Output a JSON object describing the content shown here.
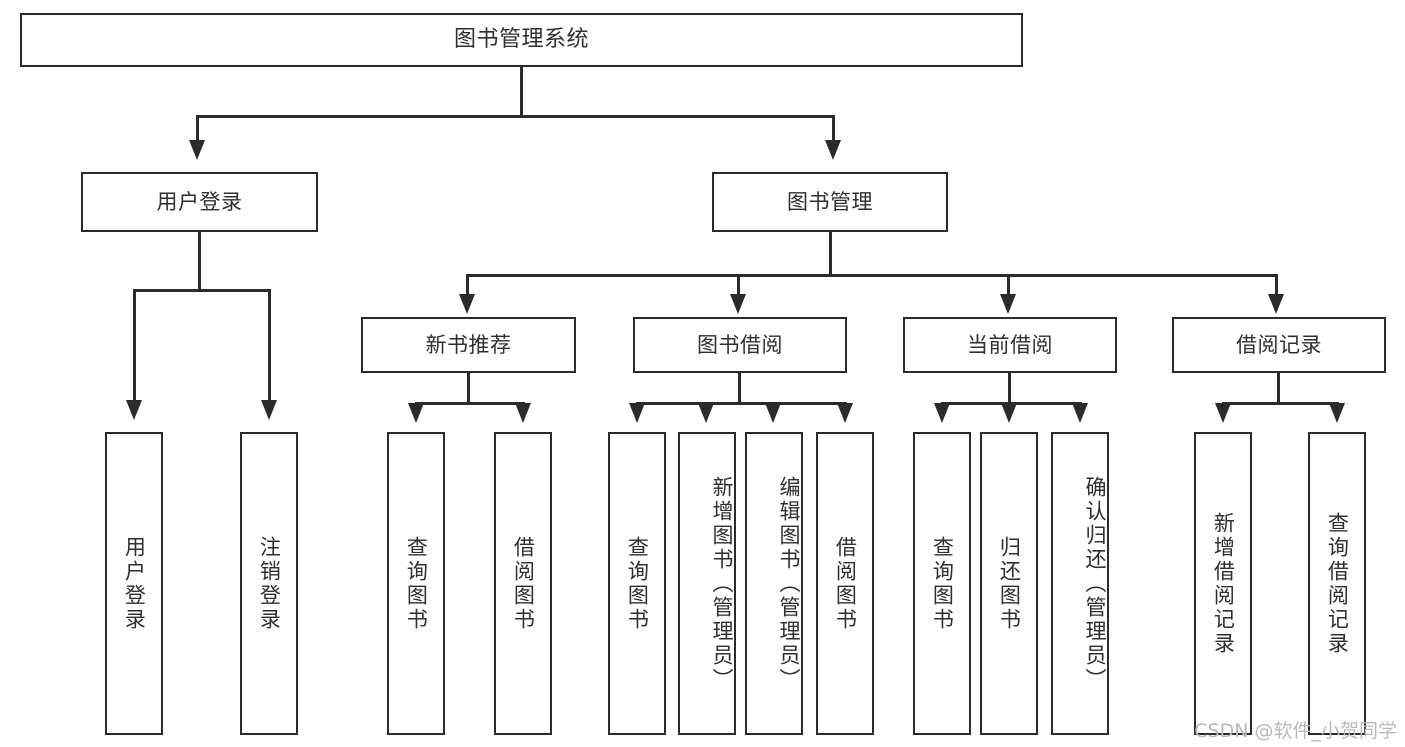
{
  "diagram": {
    "title": "图书管理系统",
    "type": "tree",
    "watermark": "CSDN @软件_小贺同学",
    "colors": {
      "background": "#ffffff",
      "box_border": "#2b2b2b",
      "box_fill": "#ffffff",
      "text": "#2f2f2f",
      "connector": "#2b2b2b",
      "watermark": "#b9b9b9"
    },
    "root": {
      "label": "图书管理系统",
      "orientation": "horizontal"
    },
    "level2": [
      {
        "label": "用户登录",
        "orientation": "horizontal"
      },
      {
        "label": "图书管理",
        "orientation": "horizontal"
      }
    ],
    "level3": [
      {
        "label": "新书推荐",
        "orientation": "horizontal"
      },
      {
        "label": "图书借阅",
        "orientation": "horizontal"
      },
      {
        "label": "当前借阅",
        "orientation": "horizontal"
      },
      {
        "label": "借阅记录",
        "orientation": "horizontal"
      }
    ],
    "leaves": {
      "user_login": [
        {
          "label": "用户登录",
          "orientation": "vertical"
        },
        {
          "label": "注销登录",
          "orientation": "vertical"
        }
      ],
      "new_book_recommend": [
        {
          "label": "查询图书",
          "orientation": "vertical"
        },
        {
          "label": "借阅图书",
          "orientation": "vertical"
        }
      ],
      "book_borrow": [
        {
          "label": "查询图书",
          "orientation": "vertical"
        },
        {
          "label": "新增图书（管理员）",
          "orientation": "vertical"
        },
        {
          "label": "编辑图书（管理员）",
          "orientation": "vertical"
        },
        {
          "label": "借阅图书",
          "orientation": "vertical"
        }
      ],
      "current_borrow": [
        {
          "label": "查询图书",
          "orientation": "vertical"
        },
        {
          "label": "归还图书",
          "orientation": "vertical"
        },
        {
          "label": "确认归还（管理员）",
          "orientation": "vertical"
        }
      ],
      "borrow_record": [
        {
          "label": "新增借阅记录",
          "orientation": "vertical"
        },
        {
          "label": "查询借阅记录",
          "orientation": "vertical"
        }
      ]
    }
  }
}
